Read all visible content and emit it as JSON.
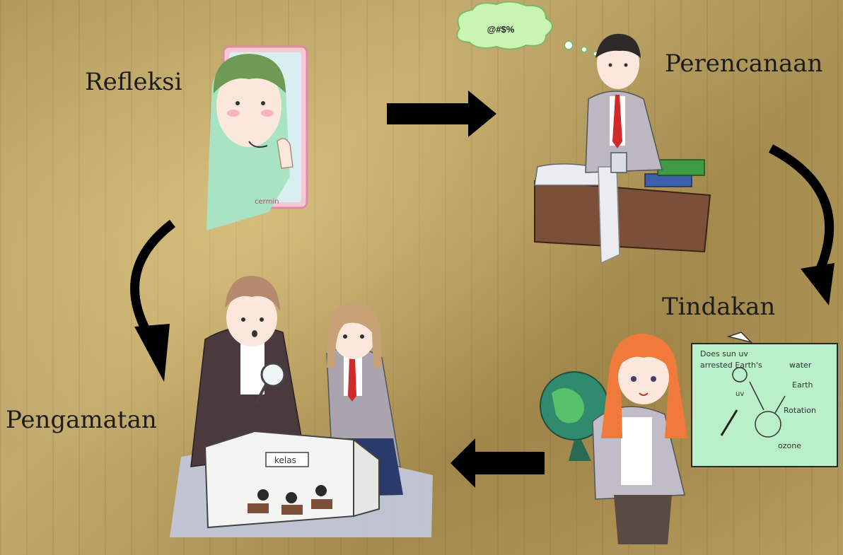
{
  "diagram": {
    "stages": {
      "refleksi": "Refleksi",
      "perencanaan": "Perencanaan",
      "tindakan": "Tindakan",
      "pengamatan": "Pengamatan"
    },
    "thought_bubble": "@#$%",
    "illustration_text": {
      "mirror_label": "cermin",
      "classroom_box": "kelas",
      "board_notes": [
        "Does sun uv",
        "arrested Earth's",
        "uv",
        "Rotation",
        "ozone",
        "Earth",
        "water"
      ]
    }
  }
}
